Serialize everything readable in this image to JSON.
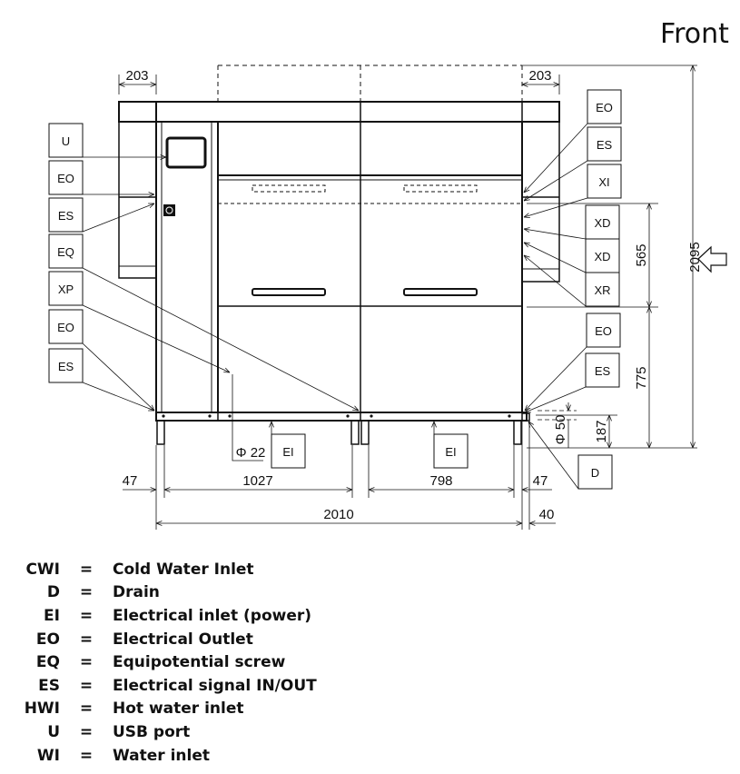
{
  "view_title": "Front",
  "callouts_left": [
    "U",
    "EO",
    "ES",
    "EQ",
    "XP",
    "EO",
    "ES"
  ],
  "callouts_right_upper": [
    "EO",
    "ES",
    "XI",
    "XD",
    "XD",
    "XR"
  ],
  "callouts_right_lower": [
    "EO",
    "ES"
  ],
  "callout_drain": "D",
  "callouts_bottom": [
    "EI",
    "EI"
  ],
  "dimensions": {
    "top_left_width": "203",
    "top_right_width": "203",
    "height_total": "2095",
    "height_upper": "565",
    "height_lower": "775",
    "drain_height": "187",
    "drain_diameter": "Φ 50",
    "pipe_diameter": "Φ 22",
    "left_offset": "47",
    "span_left": "1027",
    "span_right": "798",
    "right_offset": "47",
    "total_width": "2010",
    "right_extra": "40"
  },
  "direction_arrow": "left-arrow",
  "legend": [
    {
      "code": "CWI",
      "desc": "Cold Water Inlet"
    },
    {
      "code": "D",
      "desc": "Drain"
    },
    {
      "code": "EI",
      "desc": "Electrical inlet (power)"
    },
    {
      "code": "EO",
      "desc": "Electrical Outlet"
    },
    {
      "code": "EQ",
      "desc": "Equipotential screw"
    },
    {
      "code": "ES",
      "desc": "Electrical signal IN/OUT"
    },
    {
      "code": "HWI",
      "desc": "Hot water inlet"
    },
    {
      "code": "U",
      "desc": "USB port"
    },
    {
      "code": "WI",
      "desc": "Water inlet"
    }
  ],
  "legend_separator": "="
}
